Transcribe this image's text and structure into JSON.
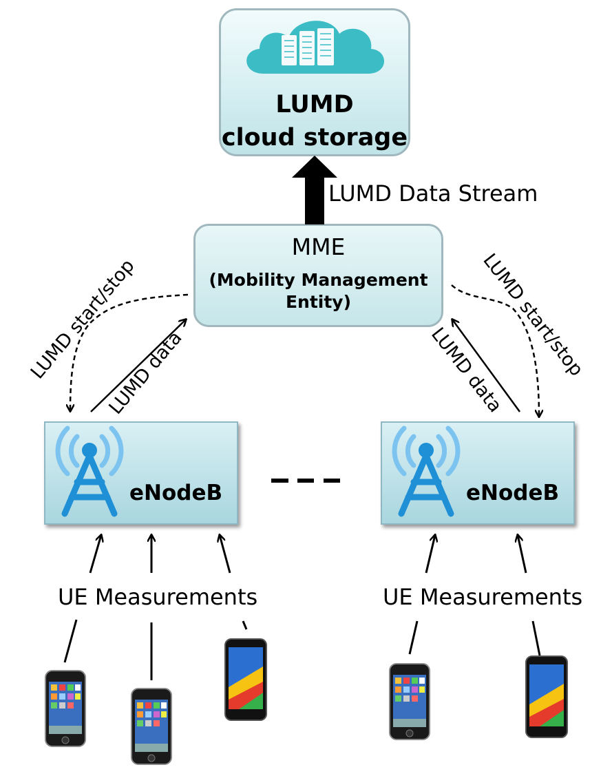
{
  "cloud": {
    "line1": "LUMD",
    "line2": "cloud storage"
  },
  "stream_label": "LUMD Data Stream",
  "mme": {
    "title": "MME",
    "subtitle_line1": "(Mobility Management",
    "subtitle_line2": "Entity)"
  },
  "enodeb_left": {
    "label": "eNodeB"
  },
  "enodeb_right": {
    "label": "eNodeB"
  },
  "edges": {
    "left_control": "LUMD start/stop",
    "left_data": "LUMD data",
    "right_control": "LUMD start/stop",
    "right_data": "LUMD data"
  },
  "ue_left_label": "UE Measurements",
  "ue_right_label": "UE Measurements",
  "colors": {
    "box_fill": "#c6e6ea",
    "tower_blue": "#1f8fd6",
    "signal_blue": "#7cc3ef",
    "cloud_teal": "#3cbcc4"
  }
}
